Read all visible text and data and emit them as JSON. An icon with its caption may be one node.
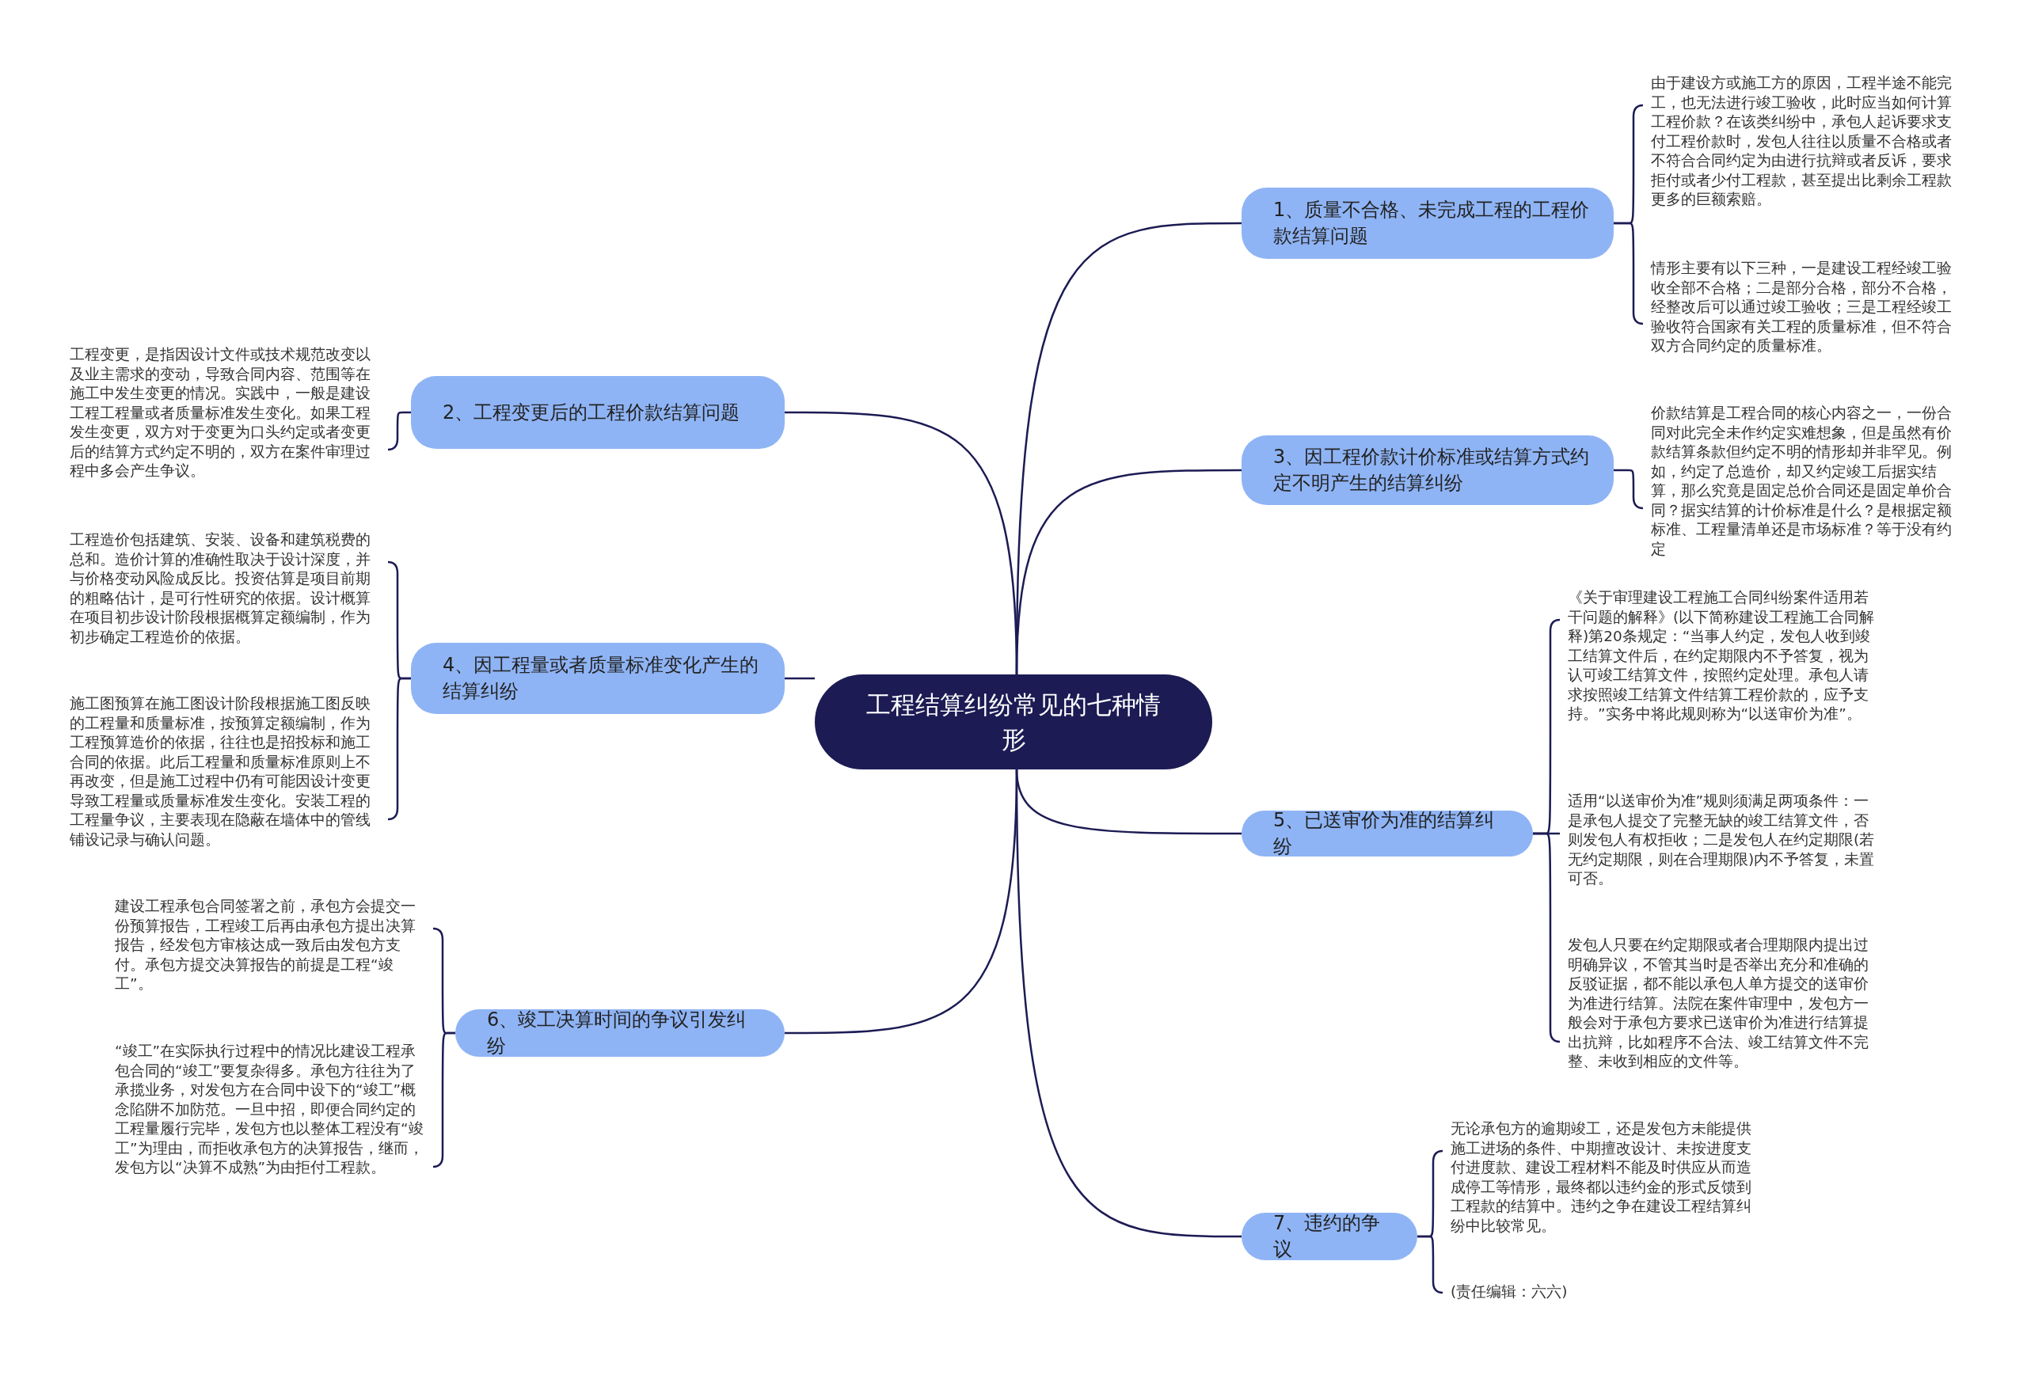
{
  "diagram": {
    "nodes": [
      {
        "text": [
          "工程结算纠纷常见的七种情形"
        ]
      },
      {
        "text": [
          "1、质量不合格、未完成工程的工程价款结算问题"
        ]
      },
      {
        "text": [
          "由于建设方或施工方的原因，工程半途不能完工，也无法进行竣工验收，此时应当如何计算工程价款？在该类纠纷中，承包人起诉要求支付工程价款时，发包人往往以质量不合格或者不符合合同约定为由进行抗辩或者反诉，要求拒付或者少付工程款，甚至提出比剩余工程款更多的巨额索赔。"
        ]
      },
      {
        "text": [
          "情形主要有以下三种，一是建设工程经竣工验收全部不合格；二是部分合格，部分不合格，经整改后可以通过竣工验收；三是工程经竣工验收符合国家有关工程的质量标准，但不符合双方合同约定的质量标准。"
        ]
      },
      {
        "text": [
          "2、工程变更后的工程价款结算问题"
        ]
      },
      {
        "text": [
          "工程变更，是指因设计文件或技术规范改变以及业主需求的变动，导致合同内容、范围等在施工中发生变更的情况。实践中，一般是建设工程工程量或者质量标准发生变化。如果工程发生变更，双方对于变更为口头约定或者变更后的结算方式约定不明的，双方在案件审理过程中多会产生争议。"
        ]
      },
      {
        "text": [
          "3、因工程价款计价标准或结算方式约定不明产生的结算纠纷"
        ]
      },
      {
        "text": [
          "价款结算是工程合同的核心内容之一，一份合同对此完全未作约定实难想象，但是虽然有价款结算条款但约定不明的情形却并非罕见。例如，约定了总造价，却又约定竣工后据实结算，那么究竟是固定总价合同还是固定单价合同？据实结算的计价标准是什么？是根据定额标准、工程量清单还是市场标准？等于没有约定"
        ]
      },
      {
        "text": [
          "4、因工程量或者质量标准变化产生的结算纠纷"
        ]
      },
      {
        "text": [
          "工程造价包括建筑、安装、设备和建筑税费的总和。造价计算的准确性取决于设计深度，并与价格变动风险成反比。投资估算是项目前期的粗略估计，是可行性研究的依据。设计概算在项目初步设计阶段根据概算定额编制，作为初步确定工程造价的依据。"
        ]
      },
      {
        "text": [
          "施工图预算在施工图设计阶段根据施工图反映的工程量和质量标准，按预算定额编制，作为工程预算造价的依据，往往也是招投标和施工合同的依据。此后工程量和质量标准原则上不再改变，但是施工过程中仍有可能因设计变更导致工程量或质量标准发生变化。安装工程的工程量争议，主要表现在隐蔽在墙体中的管线铺设记录与确认问题。"
        ]
      },
      {
        "text": [
          "5、已送审价为准的结算纠纷"
        ]
      },
      {
        "text": [
          "《关于审理建设工程施工合同纠纷案件适用若干问题的解释》(以下简称建设工程施工合同解释)第20条规定：“当事人约定，发包人收到竣工结算文件后，在约定期限内不予答复，视为认可竣工结算文件，按照约定处理。承包人请求按照竣工结算文件结算工程价款的，应予支持。”实务中将此规则称为“以送审价为准”。"
        ]
      },
      {
        "text": [
          "适用“以送审价为准”规则须满足两项条件：一是承包人提交了完整无缺的竣工结算文件，否则发包人有权拒收；二是发包人在约定期限(若无约定期限，则在合理期限)内不予答复，未置可否。"
        ]
      },
      {
        "text": [
          "发包人只要在约定期限或者合理期限内提出过明确异议，不管其当时是否举出充分和准确的反驳证据，都不能以承包人单方提交的送审价为准进行结算。法院在案件审理中，发包方一般会对于承包方要求已送审价为准进行结算提出抗辩，比如程序不合法、竣工结算文件不完整、未收到相应的文件等。"
        ]
      },
      {
        "text": [
          "6、竣工决算时间的争议引发纠纷"
        ]
      },
      {
        "text": [
          "建设工程承包合同签署之前，承包方会提交一份预算报告，工程竣工后再由承包方提出决算报告，经发包方审核达成一致后由发包方支付。承包方提交决算报告的前提是工程“竣工”。"
        ]
      },
      {
        "text": [
          "“竣工”在实际执行过程中的情况比建设工程承包合同的“竣工”要复杂得多。承包方往往为了承揽业务，对发包方在合同中设下的“竣工”概念陷阱不加防范。一旦中招，即便合同约定的工程量履行完毕，发包方也以整体工程没有“竣工”为理由，而拒收承包方的决算报告，继而，发包方以“决算不成熟”为由拒付工程款。"
        ]
      },
      {
        "text": [
          "7、违约的争议"
        ]
      },
      {
        "text": [
          "无论承包方的逾期竣工，还是发包方未能提供施工进场的条件、中期擅改设计、未按进度支付进度款、建设工程材料不能及时供应从而造成停工等情形，最终都以违约金的形式反馈到工程款的结算中。违约之争在建设工程结算纠纷中比较常见。"
        ]
      },
      {
        "text": [
          "(责任编辑：六六)"
        ]
      }
    ],
    "edges": [
      {
        "from": 0,
        "to": 1,
        "arrow": "none"
      },
      {
        "from": 0,
        "to": 4,
        "arrow": "none"
      },
      {
        "from": 0,
        "to": 6,
        "arrow": "none"
      },
      {
        "from": 0,
        "to": 8,
        "arrow": "none"
      },
      {
        "from": 0,
        "to": 11,
        "arrow": "none"
      },
      {
        "from": 0,
        "to": 15,
        "arrow": "none"
      },
      {
        "from": 0,
        "to": 18,
        "arrow": "none"
      },
      {
        "from": 1,
        "to": 2,
        "arrow": "none"
      },
      {
        "from": 1,
        "to": 3,
        "arrow": "none"
      },
      {
        "from": 4,
        "to": 5,
        "arrow": "none"
      },
      {
        "from": 6,
        "to": 7,
        "arrow": "none"
      },
      {
        "from": 8,
        "to": 9,
        "arrow": "none"
      },
      {
        "from": 8,
        "to": 10,
        "arrow": "none"
      },
      {
        "from": 11,
        "to": 12,
        "arrow": "none"
      },
      {
        "from": 11,
        "to": 13,
        "arrow": "none"
      },
      {
        "from": 11,
        "to": 14,
        "arrow": "none"
      },
      {
        "from": 15,
        "to": 16,
        "arrow": "none"
      },
      {
        "from": 15,
        "to": 17,
        "arrow": "none"
      },
      {
        "from": 18,
        "to": 19,
        "arrow": "none"
      },
      {
        "from": 18,
        "to": 20,
        "arrow": "none"
      }
    ]
  }
}
